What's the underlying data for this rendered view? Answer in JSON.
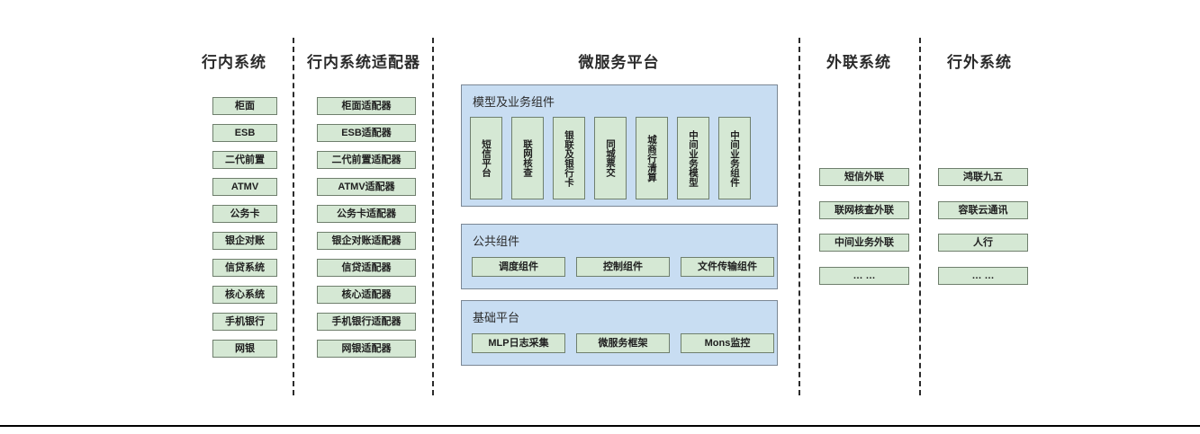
{
  "diagram": {
    "title_bank_internal": "行内系统",
    "title_adapters": "行内系统适配器",
    "title_platform": "微服务平台",
    "title_external_link": "外联系统",
    "title_outside_bank": "行外系统",
    "colors": {
      "node_fill": "#d5e8d4",
      "node_border": "#6f7f6d",
      "panel_fill": "#c8ddf2",
      "panel_border": "#7b8794",
      "divider": "#2b2b2b",
      "text": "#1f1f1f"
    },
    "columns": {
      "bank_internal": {
        "header": "行内系统",
        "items": [
          {
            "label": "柜面"
          },
          {
            "label": "ESB"
          },
          {
            "label": "二代前置"
          },
          {
            "label": "ATMV"
          },
          {
            "label": "公务卡"
          },
          {
            "label": "银企对账"
          },
          {
            "label": "信贷系统"
          },
          {
            "label": "核心系统"
          },
          {
            "label": "手机银行"
          },
          {
            "label": "网银"
          }
        ]
      },
      "adapters": {
        "header": "行内系统适配器",
        "items": [
          {
            "label": "柜面适配器"
          },
          {
            "label": "ESB适配器"
          },
          {
            "label": "二代前置适配器"
          },
          {
            "label": "ATMV适配器"
          },
          {
            "label": "公务卡适配器"
          },
          {
            "label": "银企对账适配器"
          },
          {
            "label": "信贷适配器"
          },
          {
            "label": "核心适配器"
          },
          {
            "label": "手机银行适配器"
          },
          {
            "label": "网银适配器"
          }
        ]
      },
      "external_link": {
        "header": "外联系统",
        "items": [
          {
            "label": "短信外联"
          },
          {
            "label": "联网核查外联"
          },
          {
            "label": "中间业务外联"
          },
          {
            "label": "… …"
          }
        ]
      },
      "outside_bank": {
        "header": "行外系统",
        "items": [
          {
            "label": "鸿联九五"
          },
          {
            "label": "容联云通讯"
          },
          {
            "label": "人行"
          },
          {
            "label": "… …"
          }
        ]
      }
    },
    "platform": {
      "header": "微服务平台",
      "panels": [
        {
          "title": "模型及业务组件",
          "orientation": "vertical",
          "items": [
            {
              "label": "短信平台"
            },
            {
              "label": "联网核查"
            },
            {
              "label": "银联及银行卡"
            },
            {
              "label": "同城票交"
            },
            {
              "label": "城商行清算"
            },
            {
              "label": "中间业务模型"
            },
            {
              "label": "中间业务组件"
            }
          ]
        },
        {
          "title": "公共组件",
          "orientation": "horizontal",
          "items": [
            {
              "label": "调度组件"
            },
            {
              "label": "控制组件"
            },
            {
              "label": "文件传输组件"
            }
          ]
        },
        {
          "title": "基础平台",
          "orientation": "horizontal",
          "items": [
            {
              "label": "MLP日志采集"
            },
            {
              "label": "微服务框架"
            },
            {
              "label": "Mons监控"
            }
          ]
        }
      ]
    }
  }
}
